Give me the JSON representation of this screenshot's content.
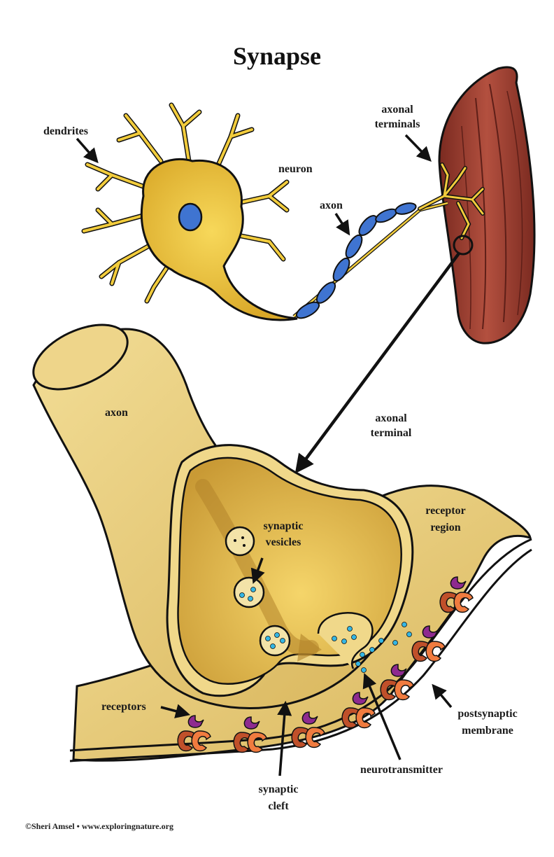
{
  "title": "Synapse",
  "labels": {
    "dendrites": "dendrites",
    "neuron": "neuron",
    "axon_top": "axon",
    "axonal_terminals_1": "axonal",
    "axonal_terminals_2": "terminals",
    "axon_bottom": "axon",
    "axonal_terminal_1": "axonal",
    "axonal_terminal_2": "terminal",
    "receptor_region_1": "receptor",
    "receptor_region_2": "region",
    "synaptic_vesicles_1": "synaptic",
    "synaptic_vesicles_2": "vesicles",
    "receptors": "receptors",
    "postsynaptic_1": "postsynaptic",
    "postsynaptic_2": "membrane",
    "neurotransmitter": "neurotransmitter",
    "synaptic_cleft_1": "synaptic",
    "synaptic_cleft_2": "cleft"
  },
  "credit": "©Sheri Amsel • www.exploringnature.org",
  "colors": {
    "neuron_yellow": "#f2cc3c",
    "myelin_blue": "#3f74d1",
    "muscle_red": "#9c3a2e",
    "terminal_tan": "#e8cd7a",
    "receptor_orange": "#f07b3f",
    "receptor_purple": "#8e2a8f",
    "neurotransmitter_cyan": "#34b6e4"
  }
}
